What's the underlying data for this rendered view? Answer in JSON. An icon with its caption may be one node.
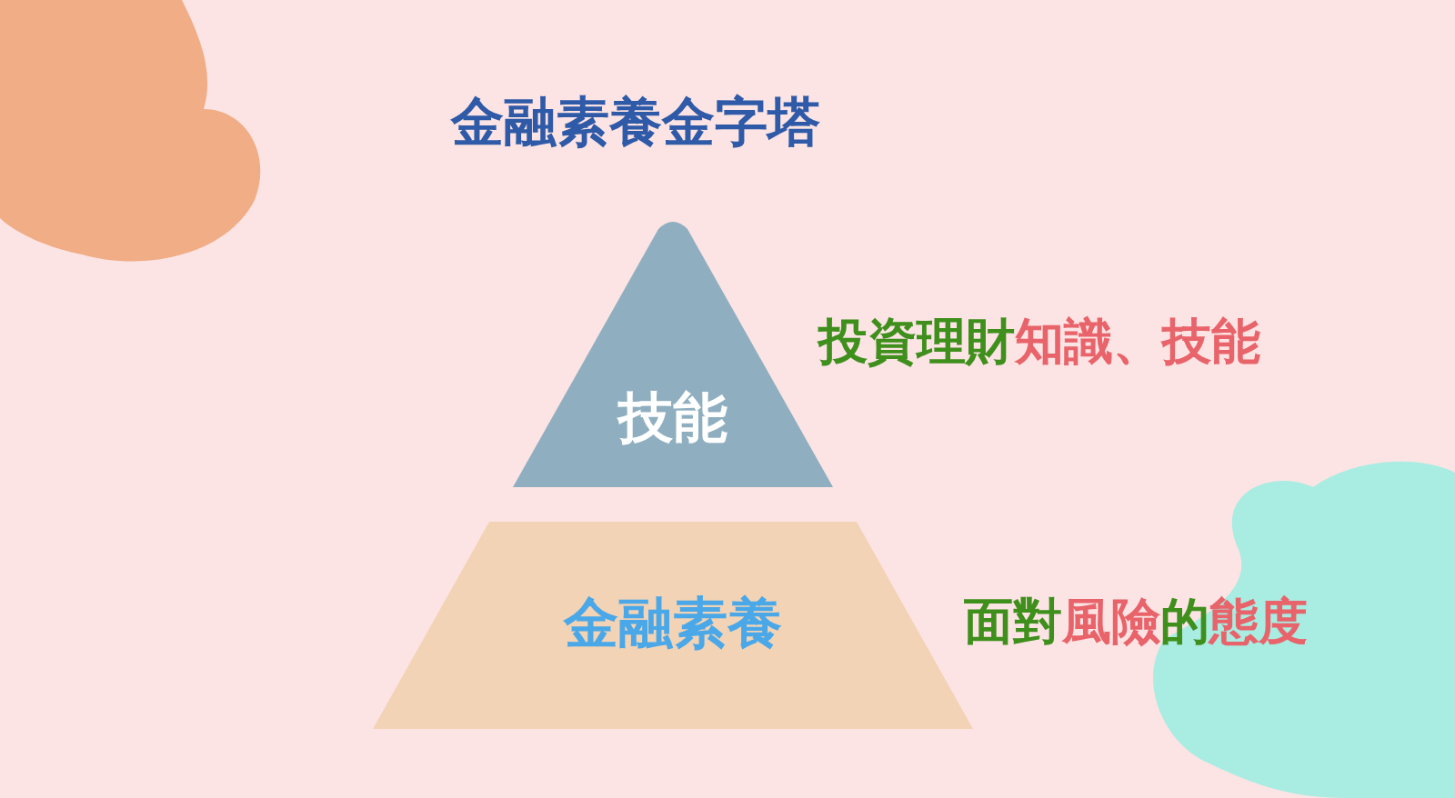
{
  "diagram": {
    "title": "金融素養金字塔",
    "nodes": [
      {
        "text": [
          "技能"
        ],
        "beside": [
          "投資理財**知識、技能**"
        ]
      },
      {
        "text": [
          "金融素養"
        ],
        "beside": [
          "面對**風險**的**態度**"
        ]
      }
    ]
  }
}
